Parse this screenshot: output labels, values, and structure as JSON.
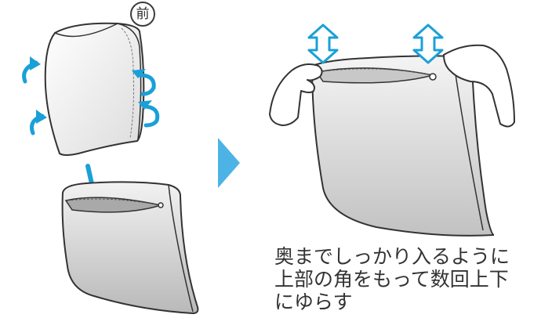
{
  "front_badge": "前",
  "caption": {
    "line1": "奥までしっかり入るように",
    "line2": "上部の角をもって数回上下",
    "line3": "にゆらす"
  },
  "colors": {
    "arrow_blue": "#1aa0d8",
    "next_arrow": "#4db3e6",
    "cover_light": "#f1f1f1",
    "cover_dark": "#bdbdbd",
    "outline": "#333333"
  }
}
